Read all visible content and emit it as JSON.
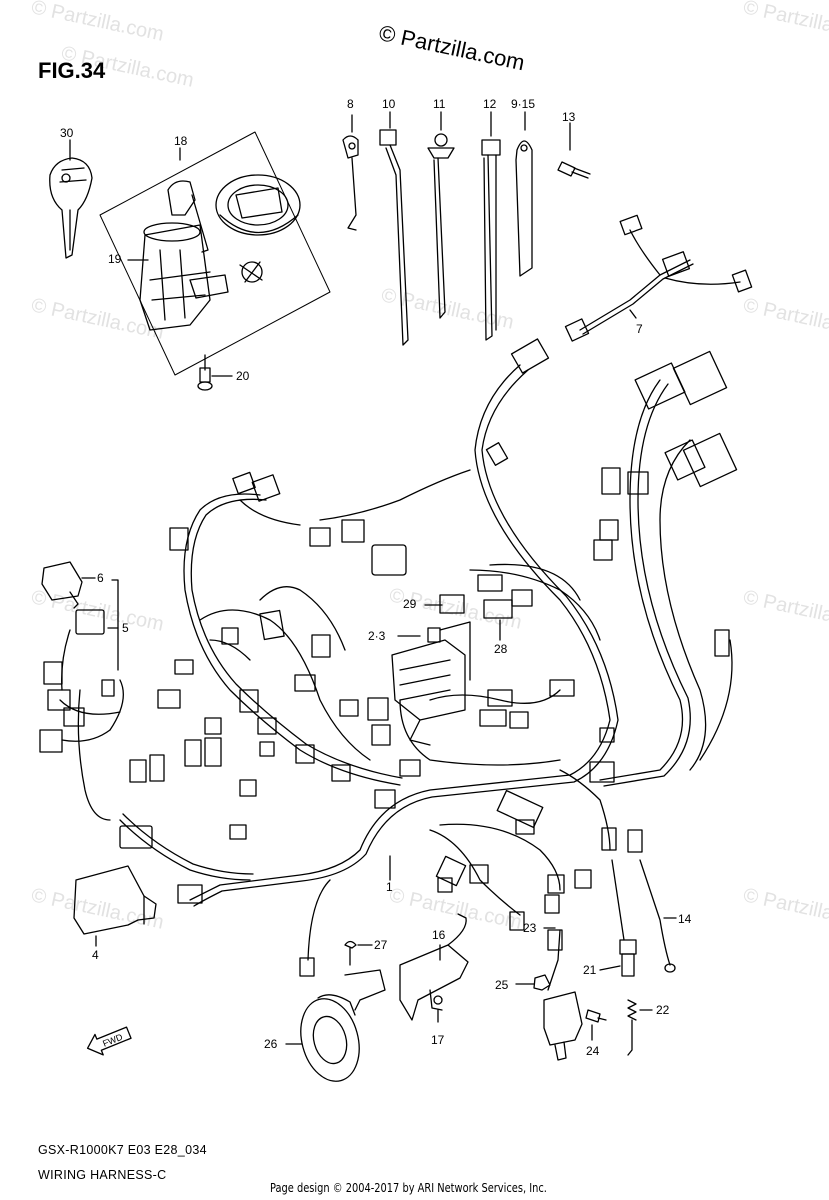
{
  "figure": {
    "title": "FIG.34",
    "copyright": "© Partzilla.com",
    "watermark": "© Partzilla.com",
    "model_code": "GSX-R1000K7 E03 E28_034",
    "section_name": "WIRING HARNESS-C",
    "page_design": "Page design © 2004-2017 by ARI Network Services, Inc.",
    "fwd_label": "FWD"
  },
  "callouts": {
    "c30": "30",
    "c18": "18",
    "c19": "19",
    "c20": "20",
    "c8": "8",
    "c10": "10",
    "c11": "11",
    "c12": "12",
    "c9_15": "9·15",
    "c13": "13",
    "c7": "7",
    "c6": "6",
    "c5": "5",
    "c4": "4",
    "c29": "29",
    "c2_3": "2·3",
    "c28": "28",
    "c1": "1",
    "c14": "14",
    "c27": "27",
    "c16": "16",
    "c23": "23",
    "c21": "21",
    "c25": "25",
    "c22": "22",
    "c26": "26",
    "c17": "17",
    "c24": "24"
  }
}
